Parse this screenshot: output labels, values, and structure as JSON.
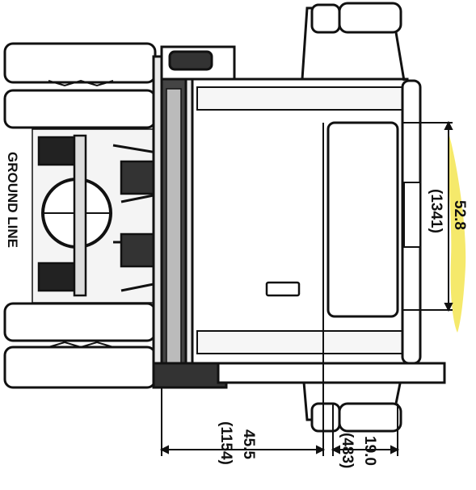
{
  "diagram": {
    "ground_label": "GROUND LINE",
    "dimensions": [
      {
        "id": "windshield-height",
        "value": "52.8",
        "metric": "(1341)"
      },
      {
        "id": "rear-overhang",
        "value": "45.5",
        "metric": "(1154)"
      },
      {
        "id": "door-offset",
        "value": "19.0",
        "metric": "(483)"
      }
    ],
    "colors": {
      "line": "#111111",
      "highlight": "#f2e13a",
      "background": "#ffffff"
    }
  }
}
